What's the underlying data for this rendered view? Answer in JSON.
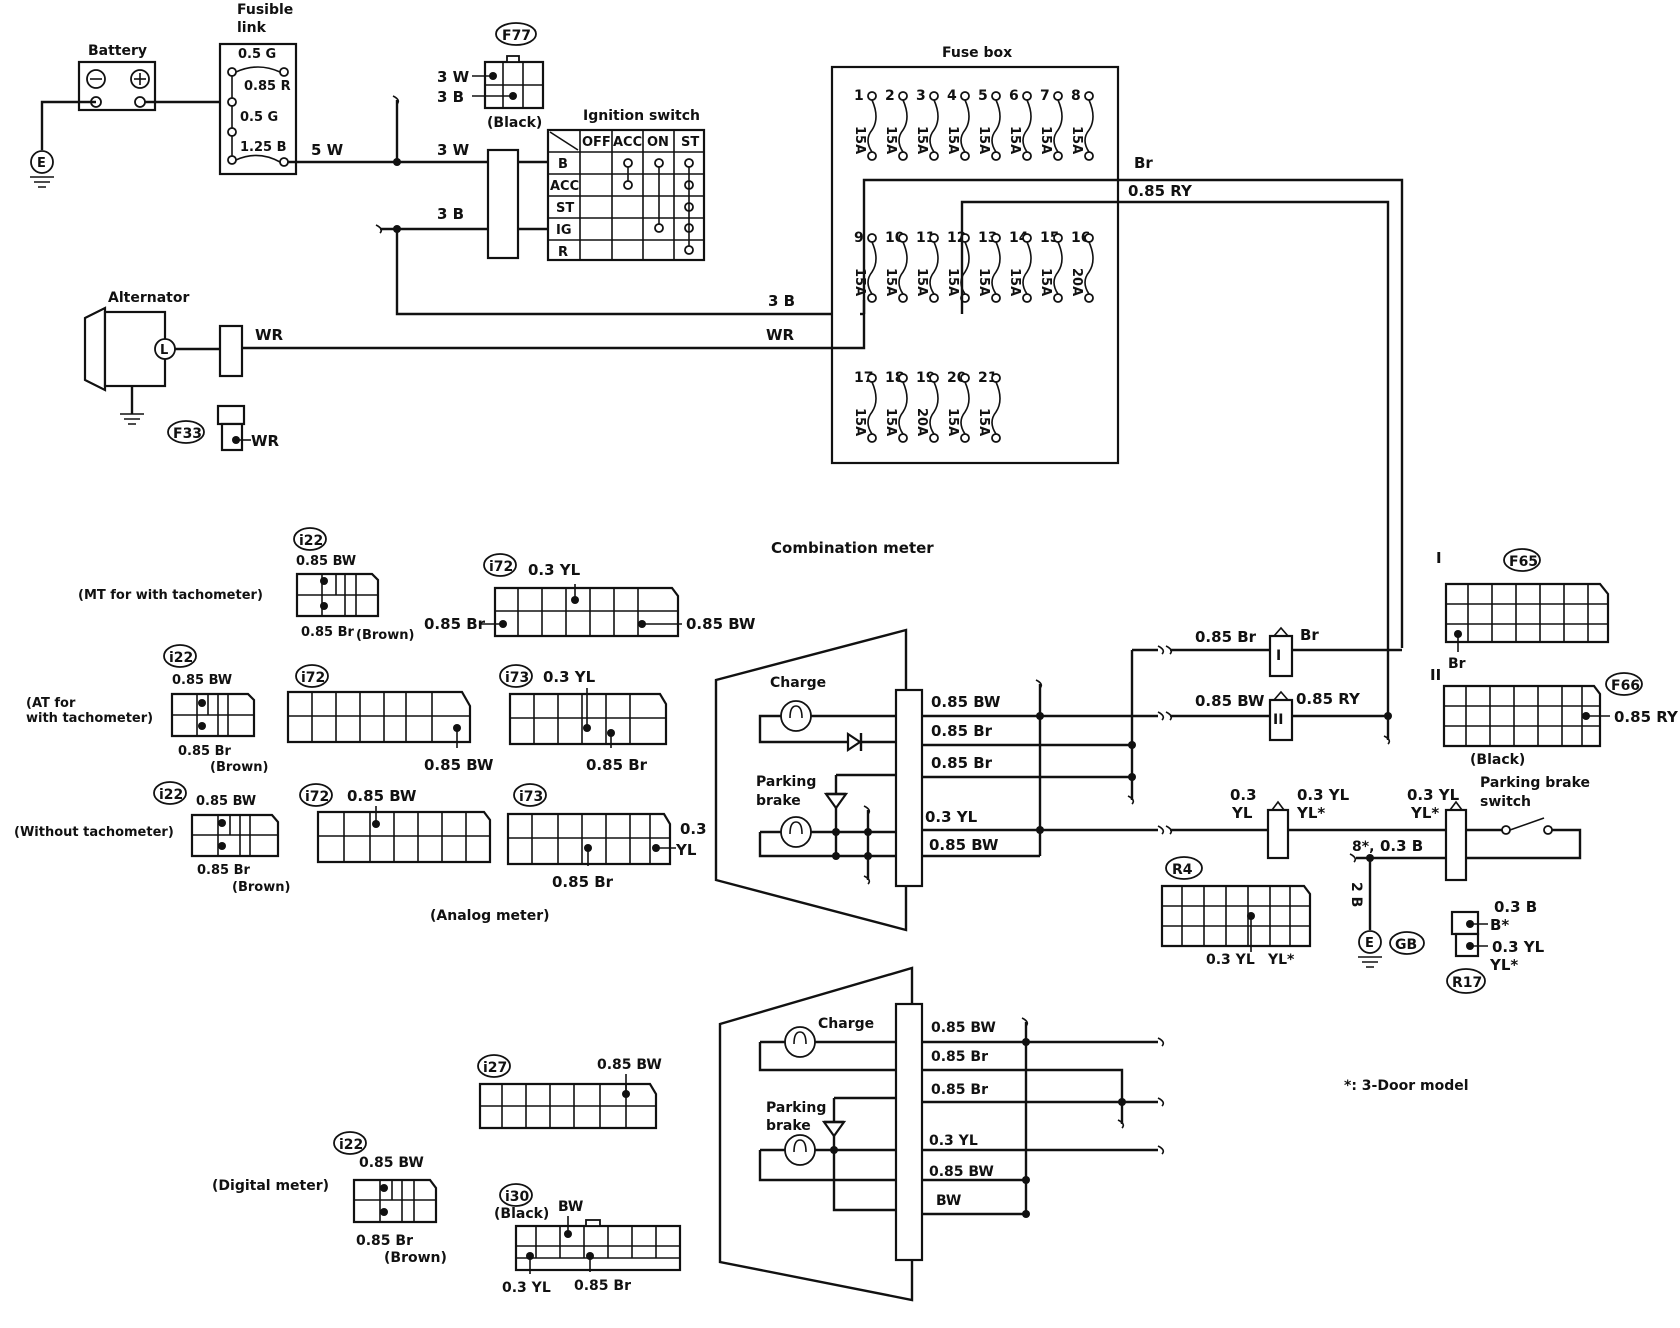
{
  "battery": {
    "label": "Battery",
    "ground": "E"
  },
  "fusible_link": {
    "title": [
      "Fusible",
      "link"
    ],
    "links": [
      "0.5 G",
      "0.85 R",
      "0.5 G",
      "1.25 B"
    ]
  },
  "connector_f77": {
    "id": "F77",
    "wires": [
      "3 W",
      "3 B"
    ],
    "color": "(Black)"
  },
  "ignition_switch": {
    "title": "Ignition switch",
    "columns": [
      "OFF",
      "ACC",
      "ON",
      "ST"
    ],
    "rows": [
      "B",
      "ACC",
      "ST",
      "IG",
      "R"
    ]
  },
  "fuse_box": {
    "title": "Fuse box",
    "row1": {
      "numbers": [
        "1",
        "2",
        "3",
        "4",
        "5",
        "6",
        "7",
        "8"
      ],
      "ratings": [
        "15A",
        "15A",
        "15A",
        "15A",
        "15A",
        "15A",
        "15A",
        "15A"
      ]
    },
    "row2": {
      "numbers": [
        "9",
        "10",
        "11",
        "12",
        "13",
        "14",
        "15",
        "16"
      ],
      "ratings": [
        "15A",
        "15A",
        "15A",
        "15A",
        "15A",
        "15A",
        "15A",
        "20A"
      ]
    },
    "row3": {
      "numbers": [
        "17",
        "18",
        "19",
        "20",
        "21"
      ],
      "ratings": [
        "15A",
        "15A",
        "20A",
        "15A",
        "15A"
      ]
    }
  },
  "wires": {
    "battery_out": "5 W",
    "sw_b": "3 W",
    "sw_ig": "3 B",
    "alt_out": "WR",
    "fuse_in_3b": "3 B",
    "fuse_in_wr": "WR",
    "top_br": "Br",
    "top_ry": "0.85 RY"
  },
  "alternator": {
    "label": "Alternator",
    "terminal": "L",
    "connector_id": "F33",
    "connector_wire": "WR"
  },
  "combination_meter": {
    "title": "Combination meter",
    "analog_label": "(Analog meter)",
    "digital_label": "(Digital meter)"
  },
  "meter_groups": {
    "mt": {
      "label": "(MT for with tachometer)"
    },
    "at": {
      "label": [
        "(AT for",
        "with tachometer)"
      ]
    },
    "without": {
      "label": "(Without tachometer)"
    }
  },
  "connectors": {
    "i22_mt": {
      "id": "i22",
      "top": "0.85 BW",
      "bottom": "0.85 Br",
      "color": "(Brown)"
    },
    "i72_mt": {
      "id": "i72",
      "top": "0.3 YL",
      "left": "0.85 Br",
      "right": "0.85 BW"
    },
    "i22_at": {
      "id": "i22",
      "top": "0.85 BW",
      "bottom": "0.85 Br",
      "color": "(Brown)"
    },
    "i72_at": {
      "id": "i72",
      "bottom": "0.85 BW"
    },
    "i73_at": {
      "id": "i73",
      "top": "0.3 YL",
      "bottom": "0.85 Br"
    },
    "i22_wo": {
      "id": "i22",
      "top": "0.85 BW",
      "bottom": "0.85 Br",
      "color": "(Brown)"
    },
    "i72_wo": {
      "id": "i72",
      "top": "0.85 BW"
    },
    "i73_wo": {
      "id": "i73",
      "right": [
        "0.3",
        "YL"
      ],
      "bottom": "0.85 Br"
    },
    "i27_dg": {
      "id": "i27",
      "top": "0.85 BW"
    },
    "i22_dg": {
      "id": "i22",
      "top": "0.85 BW",
      "bottom": "0.85 Br",
      "color": "(Brown)"
    },
    "i30_dg": {
      "id": "i30",
      "color": "(Black)",
      "top": "BW",
      "bottom_left": "0.3 YL",
      "bottom_right": "0.85 Br"
    }
  },
  "analog_meter": {
    "charge": "Charge",
    "parking": [
      "Parking",
      "brake"
    ],
    "wires": [
      "0.85 BW",
      "0.85 Br",
      "0.85 Br",
      "0.3  YL",
      "0.85 BW"
    ]
  },
  "digital_meter": {
    "charge": "Charge",
    "parking": [
      "Parking",
      "brake"
    ],
    "wires": [
      "0.85 BW",
      "0.85 Br",
      "0.85 Br",
      "0.3 YL",
      "0.85 BW",
      "BW"
    ]
  },
  "right_side": {
    "conn_I": {
      "left": "0.85 Br",
      "right": "Br",
      "roman": "I"
    },
    "conn_II": {
      "left": "0.85 BW",
      "right": "0.85 RY",
      "roman": "II"
    },
    "conn_yl": {
      "left": [
        "0.3",
        "YL"
      ],
      "right": [
        "0.3 YL",
        "YL*"
      ]
    },
    "conn_pb": {
      "top": [
        "0.3 YL",
        "YL*"
      ]
    },
    "parking_switch": [
      "Parking brake",
      "switch"
    ],
    "ground_branch": [
      "8*,",
      "0.3 B"
    ],
    "ground_wire": "2 B",
    "ground_label": "E",
    "ground_id": "GB"
  },
  "f65": {
    "id": "F65",
    "roman": "I",
    "wire": "Br"
  },
  "f66": {
    "id": "F66",
    "roman": "II",
    "wire": "0.85 RY",
    "color": "(Black)"
  },
  "r4": {
    "id": "R4",
    "wires": [
      "0.3 YL",
      "YL*"
    ]
  },
  "r17": {
    "id": "R17",
    "wires": [
      "0.3 B",
      "B*",
      "0.3 YL",
      "YL*"
    ]
  },
  "footnote": "*: 3-Door model"
}
